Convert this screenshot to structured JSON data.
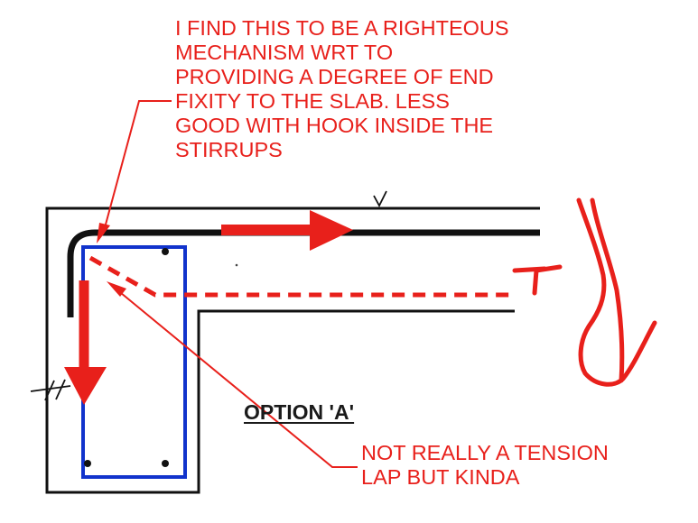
{
  "annotations": {
    "top_note": [
      "I FIND THIS TO BE A RIGHTEOUS",
      "MECHANISM WRT TO",
      "PROVIDING A DEGREE OF END",
      "FIXITY TO THE SLAB.  LESS",
      "GOOD WITH HOOK INSIDE THE",
      "STIRRUPS"
    ],
    "bottom_note": [
      "NOT REALLY A TENSION",
      "LAP BUT KINDA"
    ]
  },
  "drawing": {
    "option_label": "OPTION  'A'",
    "colors": {
      "annotation": "#e8201b",
      "stirrup": "#1133cc",
      "linework": "#111111"
    }
  }
}
